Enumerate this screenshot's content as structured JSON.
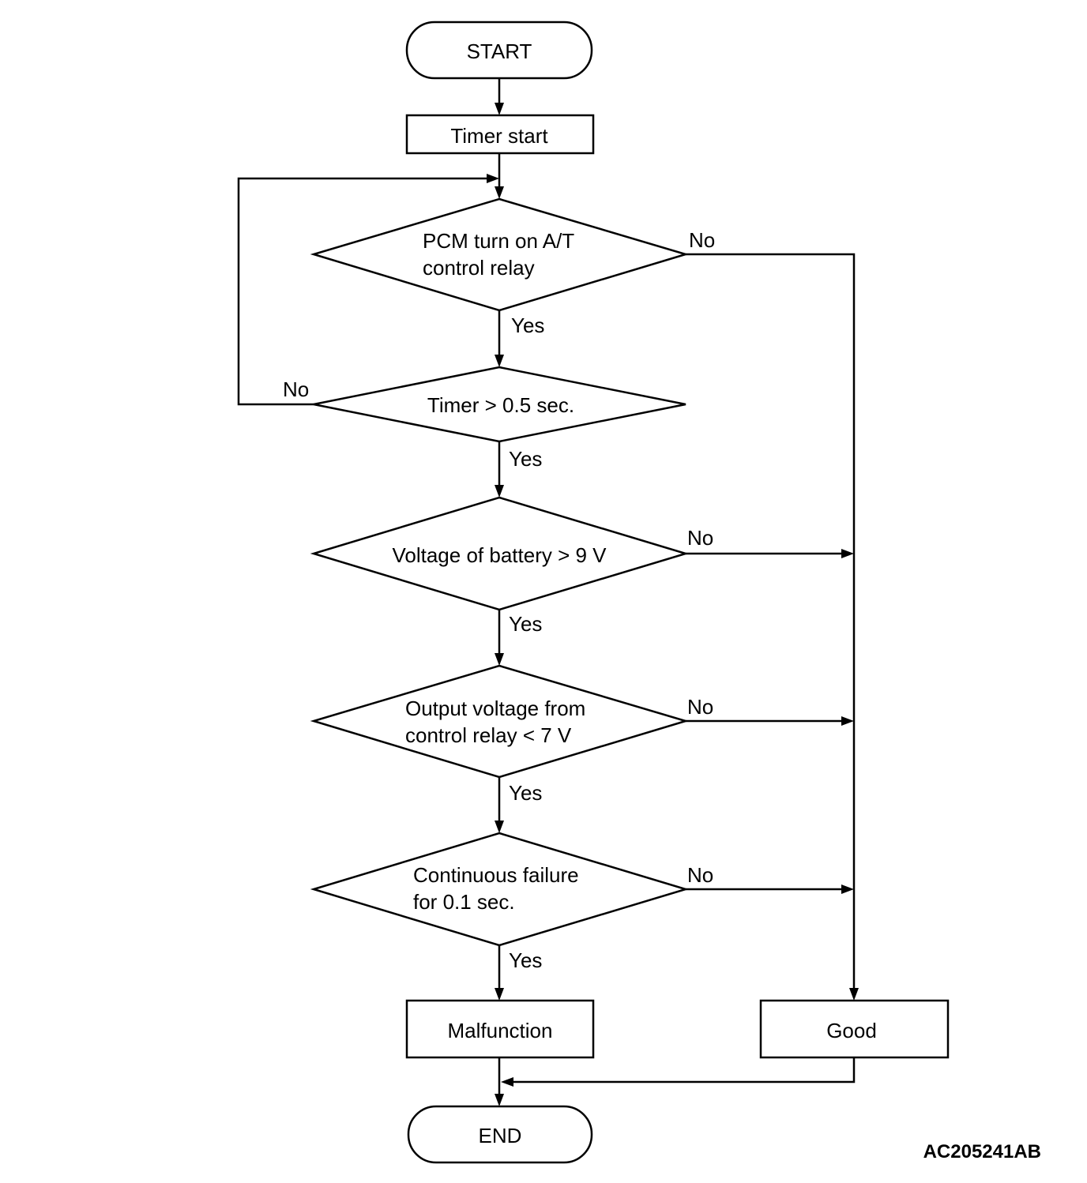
{
  "flowchart": {
    "start": "START",
    "timer_start": "Timer start",
    "decision_relay": [
      "PCM turn on A/T",
      "control relay"
    ],
    "decision_timer": "Timer > 0.5 sec.",
    "decision_battery": "Voltage of battery > 9 V",
    "decision_output": [
      "Output voltage from",
      "control relay < 7 V"
    ],
    "decision_continuous": [
      "Continuous failure",
      "for 0.1 sec."
    ],
    "malfunction": "Malfunction",
    "good": "Good",
    "end": "END",
    "yes_label": "Yes",
    "no_label": "No"
  },
  "figure_code": "AC205241AB"
}
